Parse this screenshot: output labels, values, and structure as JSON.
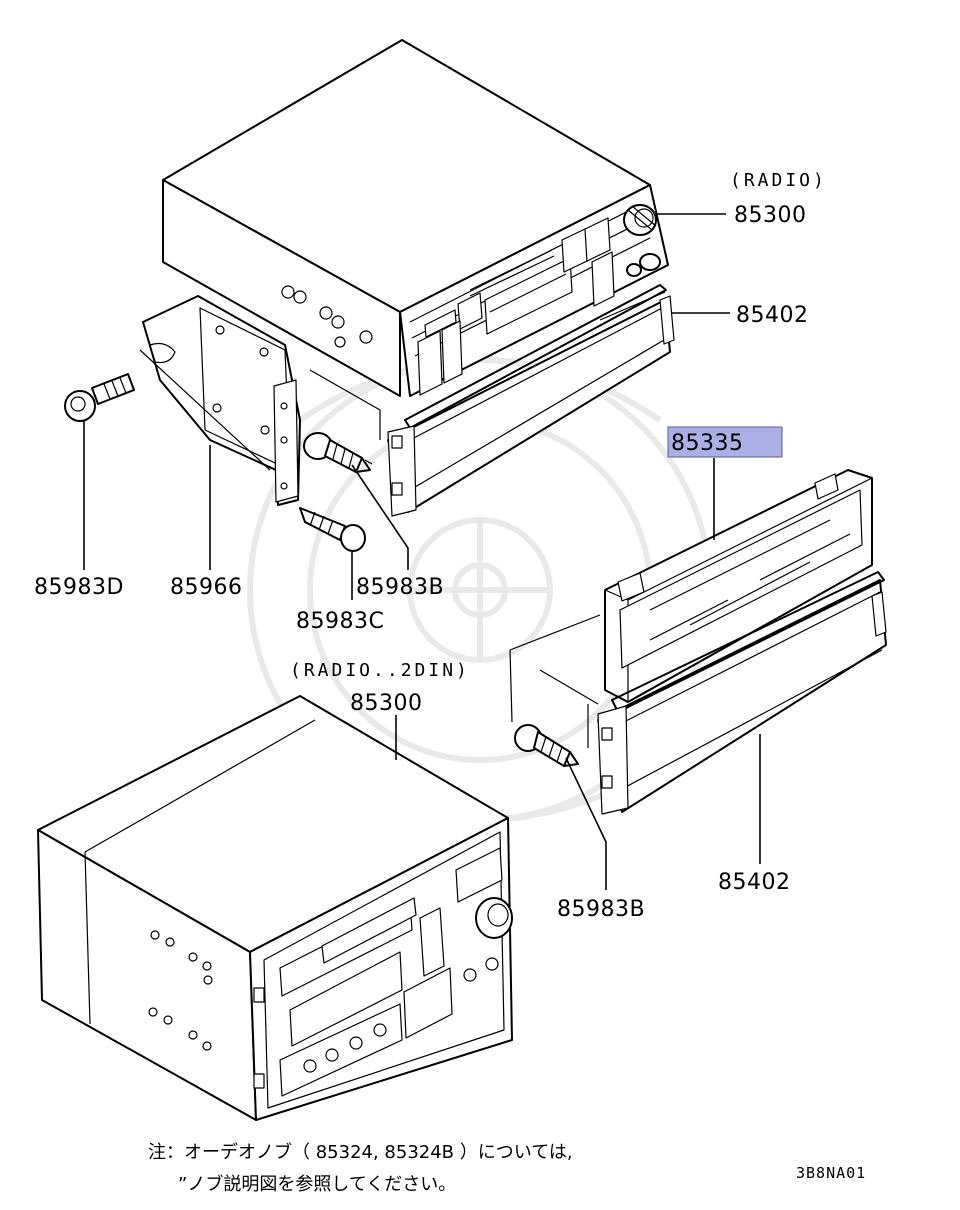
{
  "diagram": {
    "captions": {
      "radio": "(RADIO)",
      "radio_2din": "(RADIO..2DIN)"
    },
    "parts": {
      "p85300_top": "85300",
      "p85402_top": "85402",
      "p85335": "85335",
      "p85983D": "85983D",
      "p85966": "85966",
      "p85983B_left": "85983B",
      "p85983C": "85983C",
      "p85300_bottom": "85300",
      "p85402_bottom": "85402",
      "p85983B_right": "85983B"
    },
    "highlight_color": "#aab0e6",
    "note": {
      "line1": "注：オーデオノブ（ 85324, 85324B ）については,",
      "line2": "”ノブ説明図を参照してください。"
    },
    "diagram_code": "3B8NA01"
  }
}
